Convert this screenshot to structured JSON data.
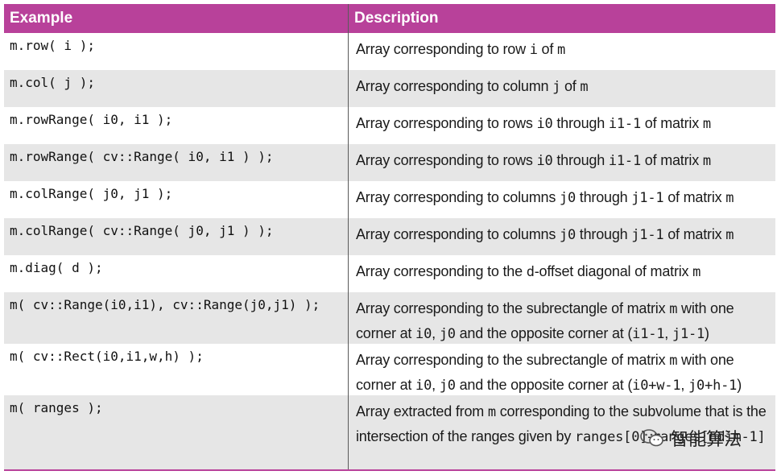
{
  "headers": {
    "example": "Example",
    "description": "Description"
  },
  "rows": [
    {
      "code": "m.row( i );",
      "desc": [
        "Array corresponding to row ",
        {
          "m": "i"
        },
        " of ",
        {
          "m": "m"
        }
      ]
    },
    {
      "code": "m.col( j );",
      "desc": [
        "Array corresponding to column ",
        {
          "m": "j"
        },
        " of ",
        {
          "m": "m"
        }
      ]
    },
    {
      "code": "m.rowRange( i0, i1 );",
      "desc": [
        "Array corresponding to rows ",
        {
          "m": "i0"
        },
        " through ",
        {
          "m": "i1-1"
        },
        " of matrix ",
        {
          "m": "m"
        }
      ]
    },
    {
      "code": "m.rowRange( cv::Range( i0, i1 ) );",
      "desc": [
        "Array corresponding to rows ",
        {
          "m": "i0"
        },
        " through ",
        {
          "m": "i1-1"
        },
        " of matrix ",
        {
          "m": "m"
        }
      ]
    },
    {
      "code": "m.colRange( j0, j1 );",
      "desc": [
        "Array corresponding to columns ",
        {
          "m": "j0"
        },
        " through ",
        {
          "m": "j1-1"
        },
        " of matrix ",
        {
          "m": "m"
        }
      ]
    },
    {
      "code": "m.colRange( cv::Range( j0, j1 ) );",
      "desc": [
        "Array corresponding to columns ",
        {
          "m": "j0"
        },
        " through ",
        {
          "m": "j1-1"
        },
        " of matrix ",
        {
          "m": "m"
        }
      ]
    },
    {
      "code": "m.diag( d );",
      "desc": [
        "Array corresponding to the ",
        {
          "m": "d"
        },
        "-offset diagonal of matrix ",
        {
          "m": "m"
        }
      ]
    },
    {
      "code": "m( cv::Range(i0,i1), cv::Range(j0,j1) );",
      "desc": [
        "Array corresponding to the subrectangle of matrix ",
        {
          "m": "m"
        },
        " with one corner at ",
        {
          "m": "i0"
        },
        ", ",
        {
          "m": "j0"
        },
        " and the opposite corner at (",
        {
          "m": "i1-1"
        },
        ", ",
        {
          "m": "j1-1"
        },
        ")"
      ]
    },
    {
      "code": "m( cv::Rect(i0,i1,w,h) );",
      "desc": [
        "Array corresponding to the subrectangle of matrix ",
        {
          "m": "m"
        },
        " with one corner at ",
        {
          "m": "i0"
        },
        ", ",
        {
          "m": "j0"
        },
        " and the opposite corner at (",
        {
          "m": "i0+w-1"
        },
        ", ",
        {
          "m": "j0+h-1"
        },
        ")"
      ]
    },
    {
      "code": "m( ranges );",
      "desc": [
        "Array extracted from ",
        {
          "m": "m"
        },
        " corresponding to the subvolume that is the intersection of the ranges given by ",
        {
          "m": "ranges[0]"
        },
        "-",
        {
          "m": "ranges[ndim-1]"
        }
      ]
    }
  ],
  "watermark": {
    "text": "智能算法",
    "icon": "wechat-icon"
  },
  "colors": {
    "header_bg": "#b8419a",
    "row_alt": "#e6e6e6",
    "divider": "#5a5a5a"
  }
}
